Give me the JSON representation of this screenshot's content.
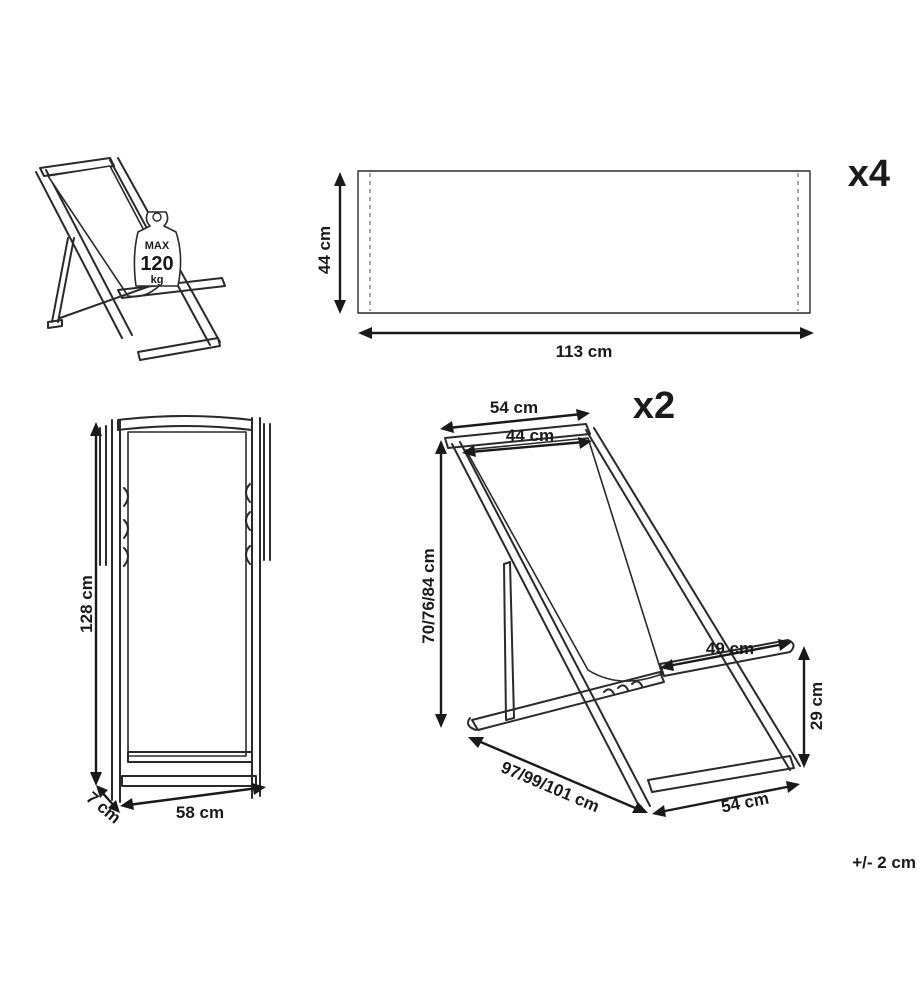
{
  "diagram": {
    "quantity_fabric": "x4",
    "quantity_chairs": "x2",
    "tolerance": "+/- 2 cm",
    "weight_badge": {
      "line1": "MAX",
      "line2": "120",
      "line3": "kg"
    },
    "fabric": {
      "height": "44 cm",
      "width": "113 cm"
    },
    "folded": {
      "height": "128 cm",
      "width": "58 cm",
      "depth": "7 cm"
    },
    "open": {
      "top_outer_width": "54 cm",
      "top_inner_width": "44 cm",
      "height": "70/76/84 cm",
      "armrest_length": "49 cm",
      "seat_height": "29 cm",
      "depth": "97/99/101 cm",
      "base_width": "54 cm"
    }
  }
}
